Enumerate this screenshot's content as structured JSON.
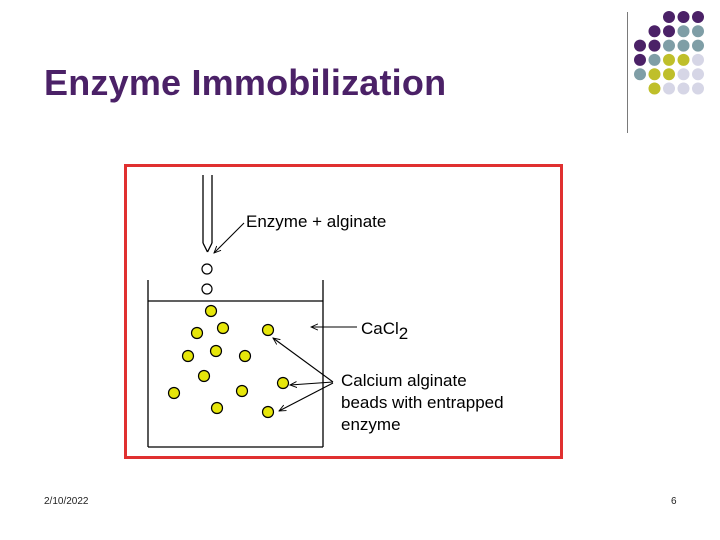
{
  "slide": {
    "title": "Enzyme Immobilization",
    "title_color": "#4b2167",
    "date": "2/10/2022",
    "page_number": "6"
  },
  "decoration": {
    "dot_colors": {
      "purple": "#4b2167",
      "teal": "#7f9ea6",
      "olive": "#bfbf2a",
      "lavender": "#d6d6e6"
    }
  },
  "diagram": {
    "frame_color": "#e03030",
    "bead_color": "#e6e60a",
    "label_enzyme_alginate": "Enzyme + alginate",
    "label_cacl2_base": "CaCl",
    "label_cacl2_sub": "2",
    "label_beads": [
      "Calcium alginate",
      "beads with entrapped",
      "enzyme"
    ]
  }
}
